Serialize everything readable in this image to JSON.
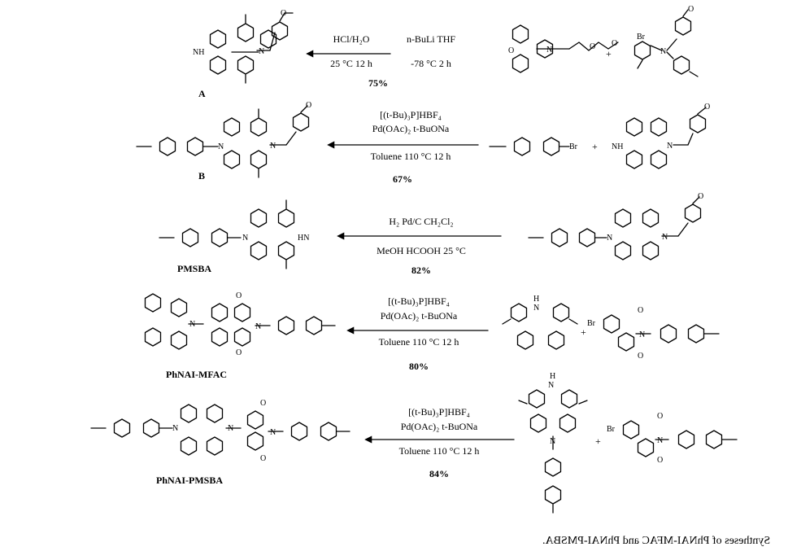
{
  "caption": "Syntheses of PhNAI-MFAC and PhNAI-PMSBA.",
  "rows": [
    {
      "reagents_top": [
        "n-BuLi  THF",
        "HCl/H₂O"
      ],
      "reagents_bottom": [
        "-78 °C   2 h",
        "25 °C  12 h"
      ],
      "yield": "75%",
      "product_label": "A",
      "plus": "+"
    },
    {
      "reagents_top": [
        "[(t-Bu)₃P]HBF₄",
        "Pd(OAc)₂  t-BuONa"
      ],
      "reagents_bottom": [
        "Toluene   110 °C   12 h"
      ],
      "yield": "67%",
      "product_label": "B",
      "plus": "+"
    },
    {
      "reagents_top": [
        "H₂   Pd/C   CH₂Cl₂"
      ],
      "reagents_bottom": [
        "MeOH   HCOOH   25 °C"
      ],
      "yield": "82%",
      "product_label": "PMSBA"
    },
    {
      "reagents_top": [
        "[(t-Bu)₃P]HBF₄",
        "Pd(OAc)₂  t-BuONa"
      ],
      "reagents_bottom": [
        "Toluene   110 °C   12 h"
      ],
      "yield": "80%",
      "product_label": "PhNAI-MFAC",
      "plus": "+"
    },
    {
      "reagents_top": [
        "[(t-Bu)₃P]HBF₄",
        "Pd(OAc)₂  t-BuONa"
      ],
      "reagents_bottom": [
        "Toluene   110 °C   12 h"
      ],
      "yield": "84%",
      "product_label": "PhNAI-PMSBA",
      "plus": "+"
    }
  ],
  "atom_labels": {
    "N": "N",
    "NH": "NH",
    "HN": "HN",
    "H": "H",
    "O": "O",
    "Br": "Br"
  }
}
